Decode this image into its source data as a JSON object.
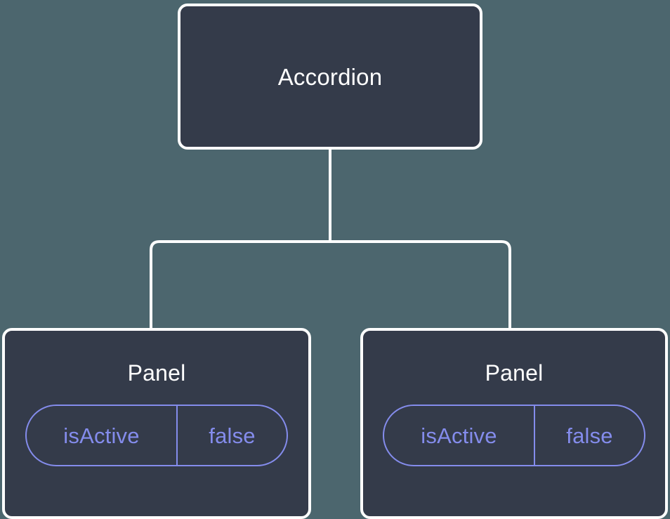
{
  "diagram": {
    "type": "component-tree",
    "background_color": "#4c666e",
    "node_fill_color": "#343b4a",
    "node_border_color": "#ffffff",
    "connector_color": "#ffffff",
    "accent_color": "#848cec",
    "title_color": "#ffffff",
    "root": {
      "label": "Accordion"
    },
    "children": [
      {
        "label": "Panel",
        "state": {
          "key": "isActive",
          "value": "false"
        }
      },
      {
        "label": "Panel",
        "state": {
          "key": "isActive",
          "value": "false"
        }
      }
    ]
  }
}
